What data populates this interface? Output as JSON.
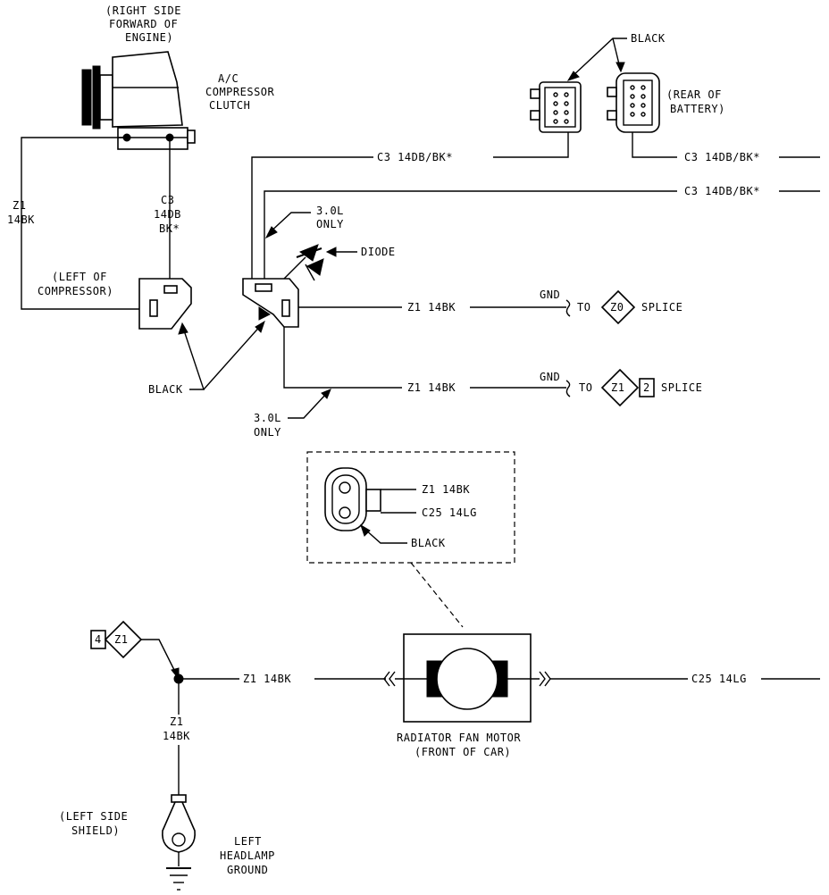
{
  "compressor": {
    "location_1": "(RIGHT SIDE",
    "location_2": "FORWARD OF",
    "location_3": "ENGINE)",
    "name_1": "A/C",
    "name_2": "COMPRESSOR",
    "name_3": "CLUTCH"
  },
  "left_wires": {
    "z1_code": "Z1",
    "z1_gauge": "14BK",
    "c3_code": "C3",
    "c3_gauge": "14DB",
    "c3_color": "BK*"
  },
  "left_connector": {
    "label_1": "(LEFT OF",
    "label_2": "COMPRESSOR)",
    "color": "BLACK"
  },
  "battery_connectors": {
    "color": "BLACK",
    "location_1": "(REAR OF",
    "location_2": "BATTERY)"
  },
  "wire_labels": {
    "c3_top": "C3 14DB/BK*",
    "c3_right_1": "C3 14DB/BK*",
    "c3_right_2": "C3 14DB/BK*",
    "z1_mid_1": "Z1 14BK",
    "z1_mid_2": "Z1 14BK"
  },
  "diode": {
    "label": "DIODE",
    "note_1_a": "3.0L",
    "note_1_b": "ONLY",
    "note_2_a": "3.0L",
    "note_2_b": "ONLY"
  },
  "grounds": {
    "gnd_1": "GND",
    "to_1": "TO",
    "splice_1_id": "Z0",
    "splice_1_label": "SPLICE",
    "gnd_2": "GND",
    "to_2": "TO",
    "splice_2_id": "Z1",
    "splice_2_num": "2",
    "splice_2_label": "SPLICE"
  },
  "fan_connector": {
    "pin_1": "Z1 14BK",
    "pin_2": "C25 14LG",
    "color": "BLACK"
  },
  "fan_motor": {
    "name_1": "RADIATOR FAN MOTOR",
    "name_2": "(FRONT OF CAR)",
    "left_wire": "Z1 14BK",
    "right_wire": "C25 14LG"
  },
  "ground_ref": {
    "page_num": "4",
    "code": "Z1"
  },
  "headlamp_ground": {
    "wire_code": "Z1",
    "wire_gauge": "14BK",
    "location_1": "(LEFT SIDE",
    "location_2": "SHIELD)",
    "name_1": "LEFT",
    "name_2": "HEADLAMP",
    "name_3": "GROUND"
  }
}
